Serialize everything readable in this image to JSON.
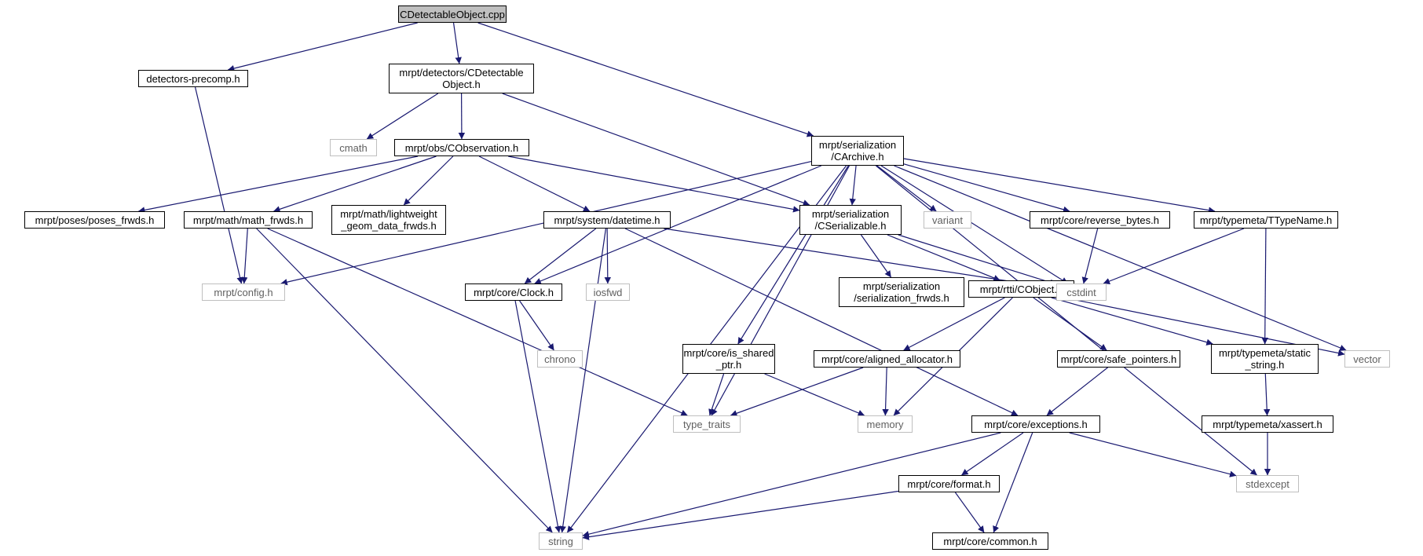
{
  "diagram": {
    "edge_color": "#191970",
    "root_fill": "#bfbfbf",
    "external_border": "#bfbfbf",
    "nodes": [
      {
        "id": "root",
        "label": "CDetectableObject.cpp"
      },
      {
        "id": "precomp",
        "label": "detectors-precomp.h"
      },
      {
        "id": "cdet_h",
        "label": "mrpt/detectors/CDetectable\nObject.h"
      },
      {
        "id": "carchive",
        "label": "mrpt/serialization\n/CArchive.h"
      },
      {
        "id": "cmath",
        "label": "cmath"
      },
      {
        "id": "cobservation",
        "label": "mrpt/obs/CObservation.h"
      },
      {
        "id": "poses_frwds",
        "label": "mrpt/poses/poses_frwds.h"
      },
      {
        "id": "math_frwds",
        "label": "mrpt/math/math_frwds.h"
      },
      {
        "id": "lightweight",
        "label": "mrpt/math/lightweight\n_geom_data_frwds.h"
      },
      {
        "id": "datetime",
        "label": "mrpt/system/datetime.h"
      },
      {
        "id": "cserializable",
        "label": "mrpt/serialization\n/CSerializable.h"
      },
      {
        "id": "variant",
        "label": "variant"
      },
      {
        "id": "reverse_bytes",
        "label": "mrpt/core/reverse_bytes.h"
      },
      {
        "id": "ttypename",
        "label": "mrpt/typemeta/TTypeName.h"
      },
      {
        "id": "config",
        "label": "mrpt/config.h"
      },
      {
        "id": "clock",
        "label": "mrpt/core/Clock.h"
      },
      {
        "id": "iosfwd",
        "label": "iosfwd"
      },
      {
        "id": "ser_frwds",
        "label": "mrpt/serialization\n/serialization_frwds.h"
      },
      {
        "id": "cobject",
        "label": "mrpt/rtti/CObject.h"
      },
      {
        "id": "cstdint",
        "label": "cstdint"
      },
      {
        "id": "chrono",
        "label": "chrono"
      },
      {
        "id": "is_shared",
        "label": "mrpt/core/is_shared\n_ptr.h"
      },
      {
        "id": "aligned",
        "label": "mrpt/core/aligned_allocator.h"
      },
      {
        "id": "safe_ptrs",
        "label": "mrpt/core/safe_pointers.h"
      },
      {
        "id": "static_string",
        "label": "mrpt/typemeta/static\n_string.h"
      },
      {
        "id": "vector",
        "label": "vector"
      },
      {
        "id": "type_traits",
        "label": "type_traits"
      },
      {
        "id": "memory",
        "label": "memory"
      },
      {
        "id": "exceptions",
        "label": "mrpt/core/exceptions.h"
      },
      {
        "id": "xassert",
        "label": "mrpt/typemeta/xassert.h"
      },
      {
        "id": "format",
        "label": "mrpt/core/format.h"
      },
      {
        "id": "stdexcept",
        "label": "stdexcept"
      },
      {
        "id": "string",
        "label": "string"
      },
      {
        "id": "common",
        "label": "mrpt/core/common.h"
      }
    ],
    "edges": [
      [
        "root",
        "precomp"
      ],
      [
        "root",
        "cdet_h"
      ],
      [
        "root",
        "carchive"
      ],
      [
        "precomp",
        "config"
      ],
      [
        "cdet_h",
        "cmath"
      ],
      [
        "cdet_h",
        "cobservation"
      ],
      [
        "cdet_h",
        "cserializable"
      ],
      [
        "cobservation",
        "poses_frwds"
      ],
      [
        "cobservation",
        "math_frwds"
      ],
      [
        "cobservation",
        "lightweight"
      ],
      [
        "cobservation",
        "datetime"
      ],
      [
        "cobservation",
        "cserializable"
      ],
      [
        "carchive",
        "config"
      ],
      [
        "carchive",
        "clock"
      ],
      [
        "carchive",
        "string"
      ],
      [
        "carchive",
        "type_traits"
      ],
      [
        "carchive",
        "is_shared"
      ],
      [
        "carchive",
        "cserializable"
      ],
      [
        "carchive",
        "variant"
      ],
      [
        "carchive",
        "cstdint"
      ],
      [
        "carchive",
        "reverse_bytes"
      ],
      [
        "carchive",
        "ttypename"
      ],
      [
        "carchive",
        "vector"
      ],
      [
        "carchive",
        "stdexcept"
      ],
      [
        "math_frwds",
        "config"
      ],
      [
        "math_frwds",
        "type_traits"
      ],
      [
        "math_frwds",
        "string"
      ],
      [
        "datetime",
        "clock"
      ],
      [
        "datetime",
        "iosfwd"
      ],
      [
        "datetime",
        "string"
      ],
      [
        "datetime",
        "cstdint"
      ],
      [
        "datetime",
        "exceptions"
      ],
      [
        "cserializable",
        "ser_frwds"
      ],
      [
        "cserializable",
        "cobject"
      ],
      [
        "cserializable",
        "cstdint"
      ],
      [
        "reverse_bytes",
        "cstdint"
      ],
      [
        "ttypename",
        "cstdint"
      ],
      [
        "ttypename",
        "static_string"
      ],
      [
        "clock",
        "chrono"
      ],
      [
        "clock",
        "string"
      ],
      [
        "cobject",
        "aligned"
      ],
      [
        "cobject",
        "memory"
      ],
      [
        "cobject",
        "safe_ptrs"
      ],
      [
        "cobject",
        "static_string"
      ],
      [
        "cobject",
        "vector"
      ],
      [
        "is_shared",
        "type_traits"
      ],
      [
        "is_shared",
        "memory"
      ],
      [
        "aligned",
        "type_traits"
      ],
      [
        "aligned",
        "memory"
      ],
      [
        "safe_ptrs",
        "exceptions"
      ],
      [
        "static_string",
        "xassert"
      ],
      [
        "xassert",
        "stdexcept"
      ],
      [
        "exceptions",
        "string"
      ],
      [
        "exceptions",
        "format"
      ],
      [
        "exceptions",
        "common"
      ],
      [
        "exceptions",
        "stdexcept"
      ],
      [
        "format",
        "string"
      ],
      [
        "format",
        "common"
      ]
    ]
  }
}
